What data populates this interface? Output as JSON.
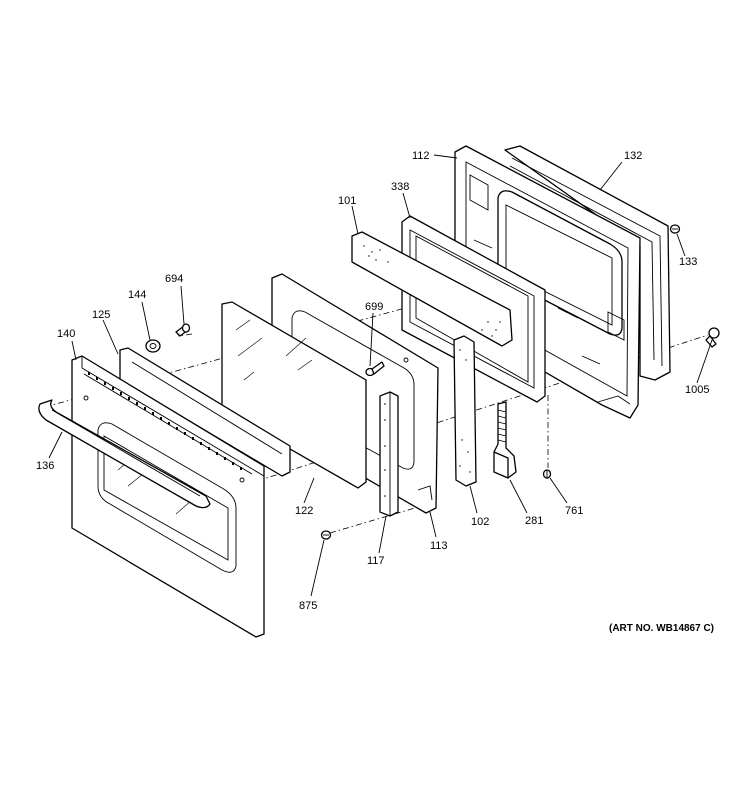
{
  "diagram": {
    "part_numbers": {
      "p101": "101",
      "p102": "102",
      "p112": "112",
      "p113": "113",
      "p117": "117",
      "p122": "122",
      "p125": "125",
      "p132": "132",
      "p133": "133",
      "p136": "136",
      "p140": "140",
      "p144": "144",
      "p281": "281",
      "p338": "338",
      "p694": "694",
      "p699": "699",
      "p761": "761",
      "p875": "875",
      "p1005": "1005"
    },
    "art_number": "(ART NO. WB14867 C)"
  }
}
